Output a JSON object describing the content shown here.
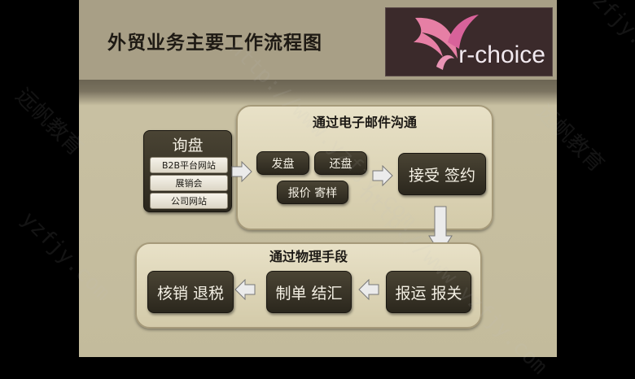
{
  "title": "外贸业务主要工作流程图",
  "logo": {
    "text": "r-choice"
  },
  "email_panel": {
    "title": "通过电子邮件沟通",
    "boxes": {
      "fa_pan": "发盘",
      "huan_pan": "还盘",
      "baojia": "报价 寄样",
      "jieshou": "接受 签约"
    }
  },
  "inquiry": {
    "title": "询盘",
    "items": [
      "B2B平台网站",
      "展销会",
      "公司网站"
    ]
  },
  "physical_panel": {
    "title": "通过物理手段",
    "boxes": {
      "baoyun": "报运 报关",
      "zhidan": "制单 结汇",
      "hexiao": "核销 退税"
    }
  },
  "watermarks": [
    "yzfjy.com",
    "http://www.yzfjy.com",
    "远帆教育"
  ],
  "colors": {
    "box_dark": "#2e2a20",
    "panel_light": "#e2dbc0",
    "arrow": "#e8e8e8"
  }
}
